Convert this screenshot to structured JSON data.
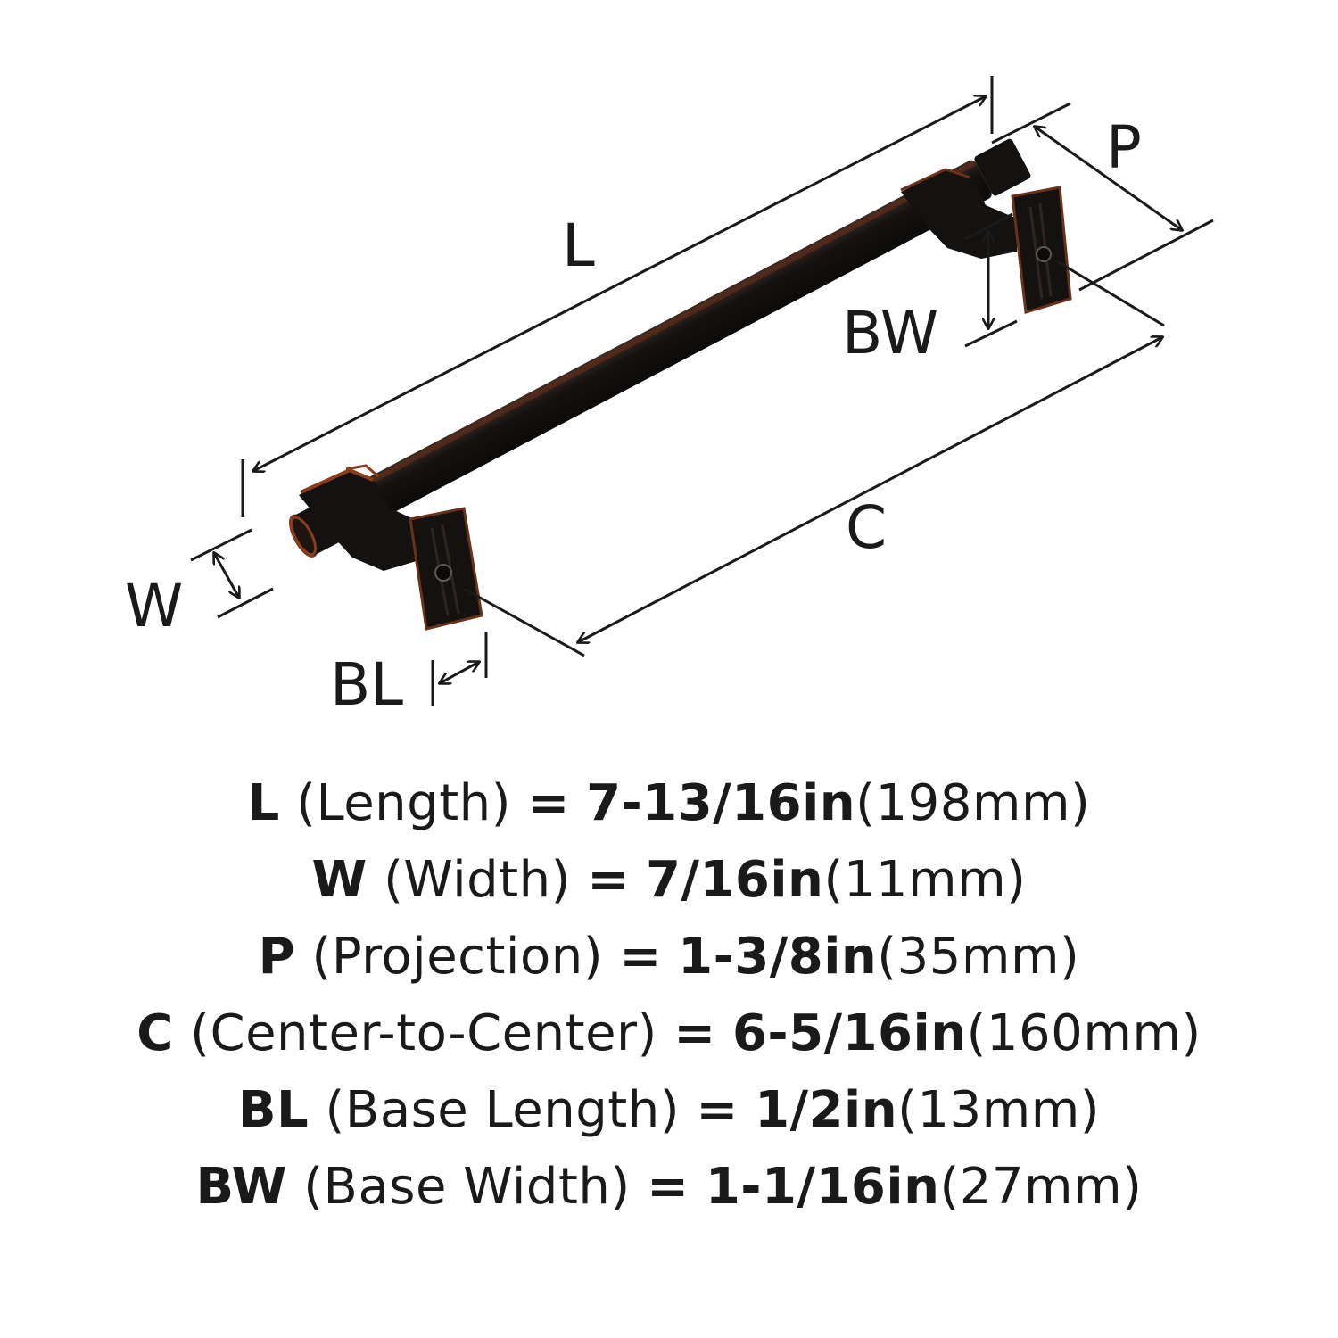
{
  "diagram": {
    "labels": {
      "L": "L",
      "P": "P",
      "BW": "BW",
      "C": "C",
      "W": "W",
      "BL": "BL"
    },
    "colors": {
      "finish_dark": "#141210",
      "finish_highlight": "#8a3d1c",
      "line": "#1a1a1a"
    }
  },
  "specs": [
    {
      "code": "L",
      "name": "(Length)",
      "eq": "=",
      "imperial": "7-13/16in",
      "metric": "(198mm)"
    },
    {
      "code": "W",
      "name": "(Width)",
      "eq": "=",
      "imperial": "7/16in",
      "metric": "(11mm)"
    },
    {
      "code": "P",
      "name": "(Projection)",
      "eq": "=",
      "imperial": "1-3/8in",
      "metric": "(35mm)"
    },
    {
      "code": "C",
      "name": "(Center-to-Center)",
      "eq": "=",
      "imperial": "6-5/16in",
      "metric": "(160mm)"
    },
    {
      "code": "BL",
      "name": "(Base Length)",
      "eq": "=",
      "imperial": "1/2in",
      "metric": "(13mm)"
    },
    {
      "code": "BW",
      "name": "(Base Width)",
      "eq": "=",
      "imperial": "1-1/16in",
      "metric": "(27mm)"
    }
  ]
}
